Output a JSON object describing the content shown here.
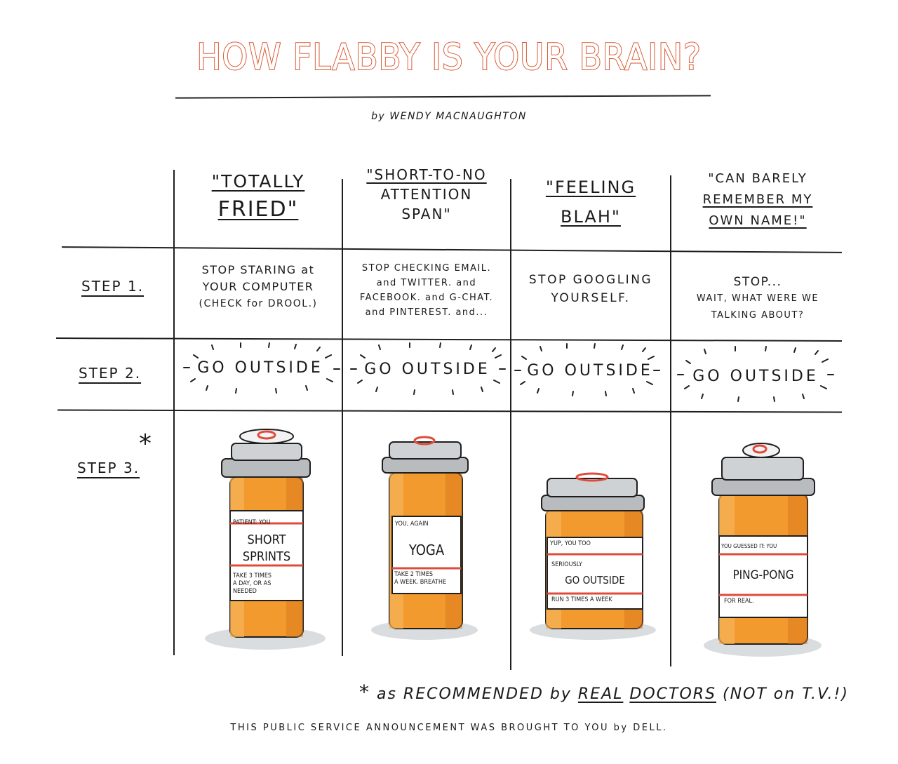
{
  "title": "HOW FLABBY IS YOUR BRAIN?",
  "byline": "by WENDY MACNAUGHTON",
  "columns": [
    {
      "lines": [
        "\"TOTALLY",
        "FRIED\""
      ]
    },
    {
      "lines": [
        "\"SHORT-to-NO",
        "ATTENTION",
        "SPAN\""
      ]
    },
    {
      "lines": [
        "\"FEELING",
        "BLAH\""
      ]
    },
    {
      "lines": [
        "\"CAN BARELY",
        "REMEMBER MY",
        "OWN NAME!\""
      ]
    }
  ],
  "steps": [
    {
      "label": "STEP 1."
    },
    {
      "label": "STEP 2."
    },
    {
      "label": "STEP 3."
    }
  ],
  "step1": [
    {
      "lines": [
        "STOP STARING at",
        "YOUR COMPUTER",
        "(CHECK for DROOL.)"
      ]
    },
    {
      "lines": [
        "STOP CHECKING EMAIL.",
        "and TWITTER. and",
        "FACEBOOK. and G-CHAT.",
        "and PINTEREST. and..."
      ]
    },
    {
      "lines": [
        "STOP GOOGLING",
        "YOURSELF."
      ]
    },
    {
      "lines": [
        "STOP...",
        "WAIT, WHAT WERE WE",
        "TALKING ABOUT?"
      ]
    }
  ],
  "step2": [
    "GO OUTSIDE",
    "GO OUTSIDE",
    "GO OUTSIDE",
    "GO OUTSIDE"
  ],
  "step3_marker": "*",
  "bottles": [
    {
      "top": "PATIENT: YOU",
      "main": [
        "SHORT",
        "SPRINTS"
      ],
      "bottom": [
        "TAKE 3 TIMES",
        "A DAY, OR AS",
        "NEEDED"
      ]
    },
    {
      "top": "YOU, AGAIN",
      "main": [
        "YOGA"
      ],
      "bottom": [
        "TAKE 2 TIMES",
        "A WEEK. BREATHE"
      ]
    },
    {
      "top": "YUP, YOU TOO",
      "sub": "SERIOUSLY",
      "main": [
        "GO OUTSIDE"
      ],
      "bottom": [
        "RUN 3 TIMES A WEEK"
      ]
    },
    {
      "top": "YOU GUESSED IT: YOU",
      "main": [
        "PING-PONG"
      ],
      "bottom": [
        "FOR REAL."
      ]
    }
  ],
  "footnote": {
    "star": "*",
    "pre": "as RECOMMENDED by",
    "real": "REAL",
    "doctors": "DOCTORS",
    "post": "(NOT on T.V.!)"
  },
  "credit": "THIS PUBLIC SERVICE ANNOUNCEMENT WAS BROUGHT TO YOU by DELL.",
  "colors": {
    "title": "#d8552f",
    "bottle": "#f29a2e",
    "cap": "#b9bcbf",
    "ink": "#1f1f1f"
  }
}
